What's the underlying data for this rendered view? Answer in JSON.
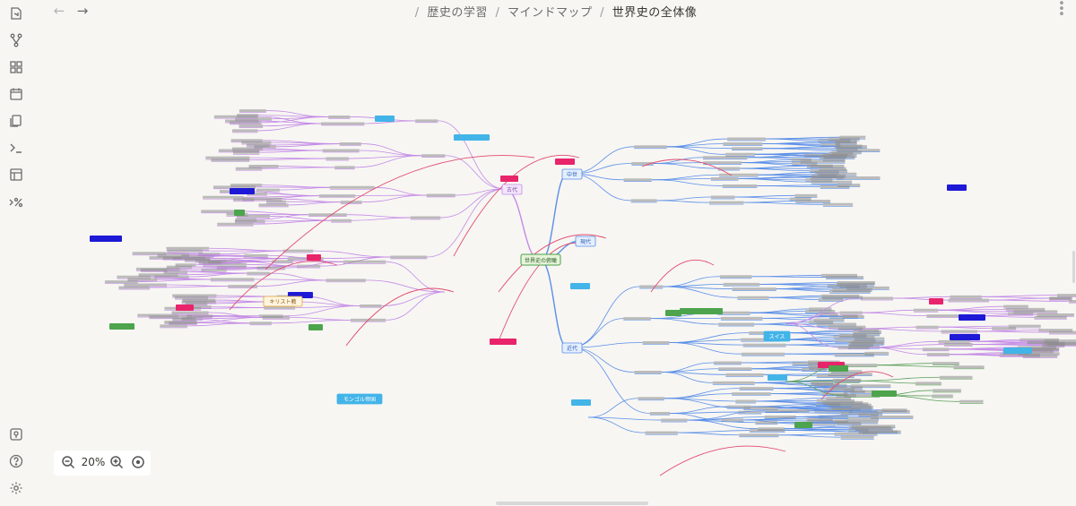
{
  "breadcrumb": {
    "items": [
      "歴史の学習",
      "マインドマップ",
      "世界史の全体像"
    ],
    "separator": "/"
  },
  "zoom": {
    "level": "20%"
  },
  "mindmap": {
    "center": "世界史の俯瞰",
    "branches": [
      {
        "id": "era1",
        "label": "古代"
      },
      {
        "id": "era2",
        "label": "中世"
      },
      {
        "id": "era3",
        "label": "近代"
      },
      {
        "id": "era4",
        "label": "現代"
      },
      {
        "id": "christ",
        "label": "キリスト教"
      },
      {
        "id": "mongol",
        "label": "モンゴル帝国"
      },
      {
        "id": "swiss",
        "label": "スイス"
      }
    ],
    "colors": {
      "line_purple": "#c48ae6",
      "line_blue": "#5b8fe8",
      "line_green": "#5aa05a",
      "line_red": "#e24b6e",
      "tag_blue": "#1d19d6",
      "tag_pink": "#e8246b",
      "tag_cyan": "#43b4e8",
      "tag_green": "#4da44d",
      "center_fill": "#e6f4d8",
      "center_border": "#4aa04a"
    }
  },
  "sidebar": {
    "icons": [
      "new-page-icon",
      "graph-view-icon",
      "canvas-icon",
      "calendar-icon",
      "pages-icon",
      "terminal-icon",
      "template-icon",
      "percent-icon",
      "map-pin-icon",
      "help-icon",
      "settings-icon"
    ]
  }
}
